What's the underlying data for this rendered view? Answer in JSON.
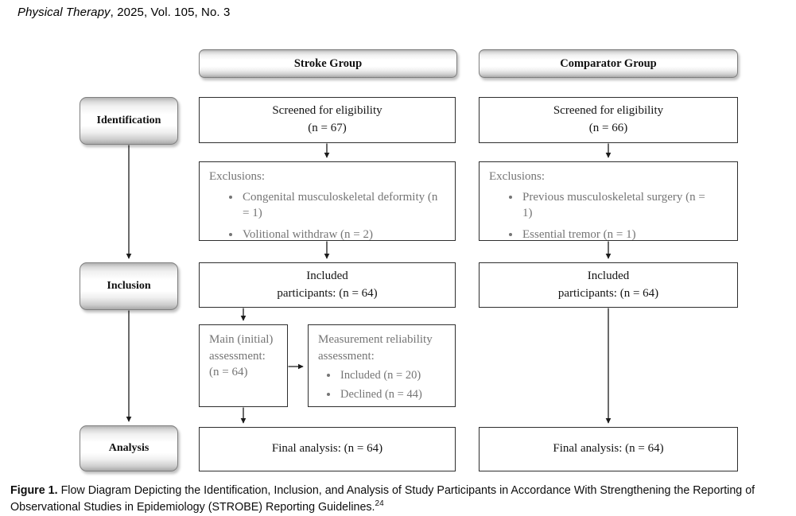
{
  "journal": {
    "title": "Physical Therapy",
    "issue": ", 2025, Vol. 105, No. 3"
  },
  "stages": {
    "identification": "Identification",
    "inclusion": "Inclusion",
    "analysis": "Analysis"
  },
  "stroke": {
    "header": "Stroke Group",
    "screened": {
      "line1": "Screened for eligibility",
      "line2": "(n = 67)"
    },
    "exclusions": {
      "title": "Exclusions:",
      "items": [
        "Congenital musculoskeletal deformity (n = 1)",
        "Volitional withdraw (n = 2)"
      ]
    },
    "included": {
      "line1": "Included",
      "line2": "participants: (n = 64)"
    },
    "main_assessment": {
      "line1": "Main (initial)",
      "line2": "assessment:",
      "line3": "(n = 64)"
    },
    "reliability": {
      "line1": "Measurement reliability",
      "line2": "assessment:",
      "items": [
        "Included (n = 20)",
        "Declined (n = 44)"
      ]
    },
    "final": "Final analysis: (n = 64)"
  },
  "comparator": {
    "header": "Comparator Group",
    "screened": {
      "line1": "Screened for eligibility",
      "line2": "(n = 66)"
    },
    "exclusions": {
      "title": "Exclusions:",
      "items": [
        "Previous musculoskeletal surgery (n = 1)",
        "Essential tremor (n = 1)"
      ]
    },
    "included": {
      "line1": "Included",
      "line2": "participants: (n = 64)"
    },
    "final": "Final analysis: (n = 64)"
  },
  "caption": {
    "label": "Figure 1.",
    "body": " Flow Diagram Depicting the Identification, Inclusion, and Analysis of Study Participants in Accordance With Strengthening the Reporting of Observational Studies in Epidemiology (STROBE) Reporting Guidelines.",
    "superscript": "24"
  },
  "colors": {
    "box_border": "#2e2e2e",
    "muted_text": "#757575"
  }
}
